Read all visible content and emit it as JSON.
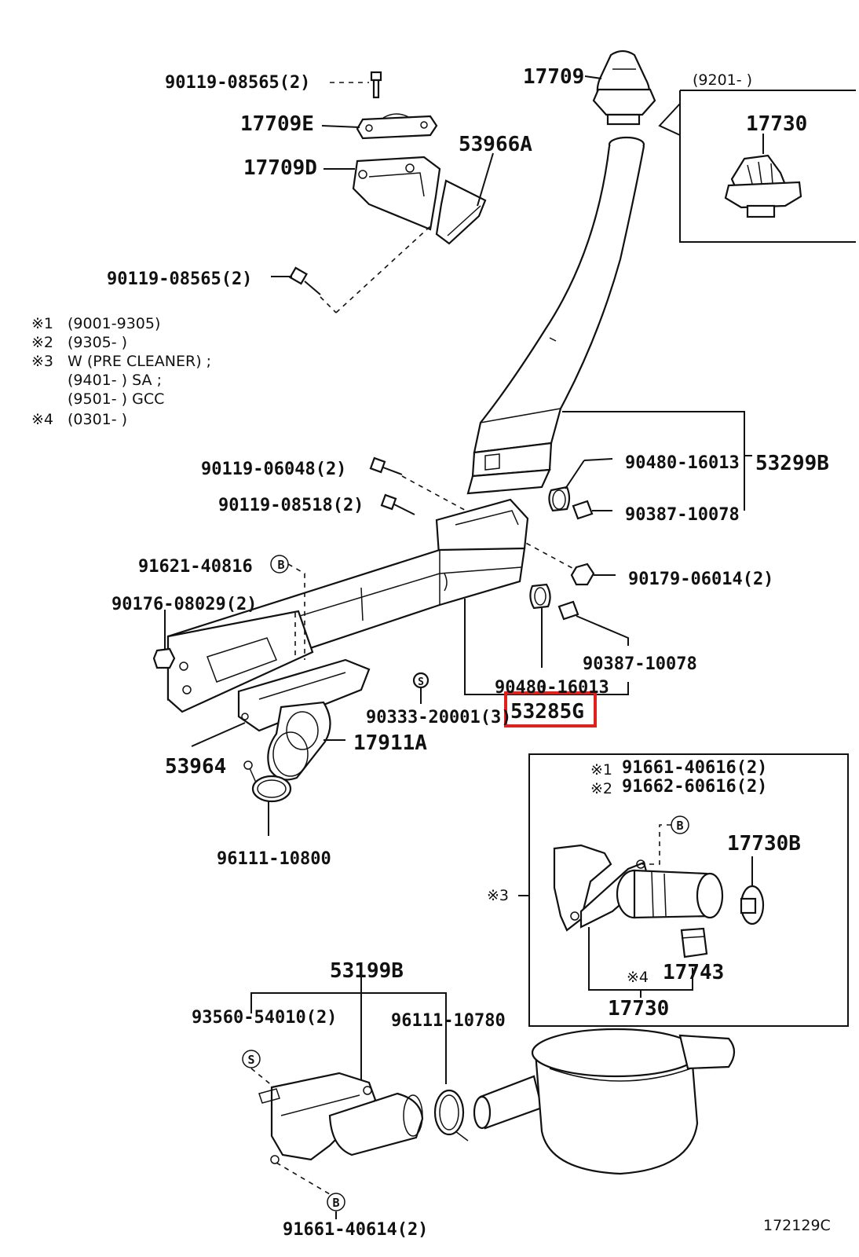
{
  "labels": {
    "p90119_08565_top": "90119-08565(2)",
    "p17709E": "17709E",
    "p17709D": "17709D",
    "p53966A": "53966A",
    "p17709": "17709",
    "p9201": "(9201-      )",
    "p17730_top": "17730",
    "p90119_08565_mid": "90119-08565(2)",
    "p90119_06048": "90119-06048(2)",
    "p90119_08518": "90119-08518(2)",
    "p90480_16013_top": "90480-16013",
    "p53299B": "53299B",
    "p90387_10078_top": "90387-10078",
    "p91621_40816": "91621-40816",
    "p90179_06014": "90179-06014(2)",
    "p90176_08029": "90176-08029(2)",
    "p90387_10078_mid": "90387-10078",
    "p90480_16013_mid": "90480-16013",
    "p90333_20001": "90333-20001(3)",
    "p53285G": "53285G",
    "p53964": "53964",
    "p17911A": "17911A",
    "p96111_10800": "96111-10800",
    "p91661_40616": "91661-40616(2)",
    "p91662_60616": "91662-60616(2)",
    "p17730B": "17730B",
    "p17743": "17743",
    "p17730_bot": "17730",
    "p53199B": "53199B",
    "p93560_54010": "93560-54010(2)",
    "p96111_10780": "96111-10780",
    "p91661_40614": "91661-40614(2)",
    "diagram_id": "172129C"
  },
  "notes": {
    "n1_mark": "※1",
    "n1_text": "(9001-9305)",
    "n2_mark": "※2",
    "n2_text": "(9305-        )",
    "n3_mark": "※3",
    "n3_text": "W (PRE  CLEANER) ;",
    "n3_line2": "(9401-      ) SA ;",
    "n3_line3": "(9501-        ) GCC",
    "n4_mark": "※4",
    "n4_text": "(0301-          )"
  },
  "markers": {
    "star1": "※1",
    "star2": "※2",
    "star3": "※3",
    "star4": "※4",
    "B": "B",
    "S": "S"
  },
  "colors": {
    "highlight": "#e0201b",
    "ink": "#111111"
  }
}
